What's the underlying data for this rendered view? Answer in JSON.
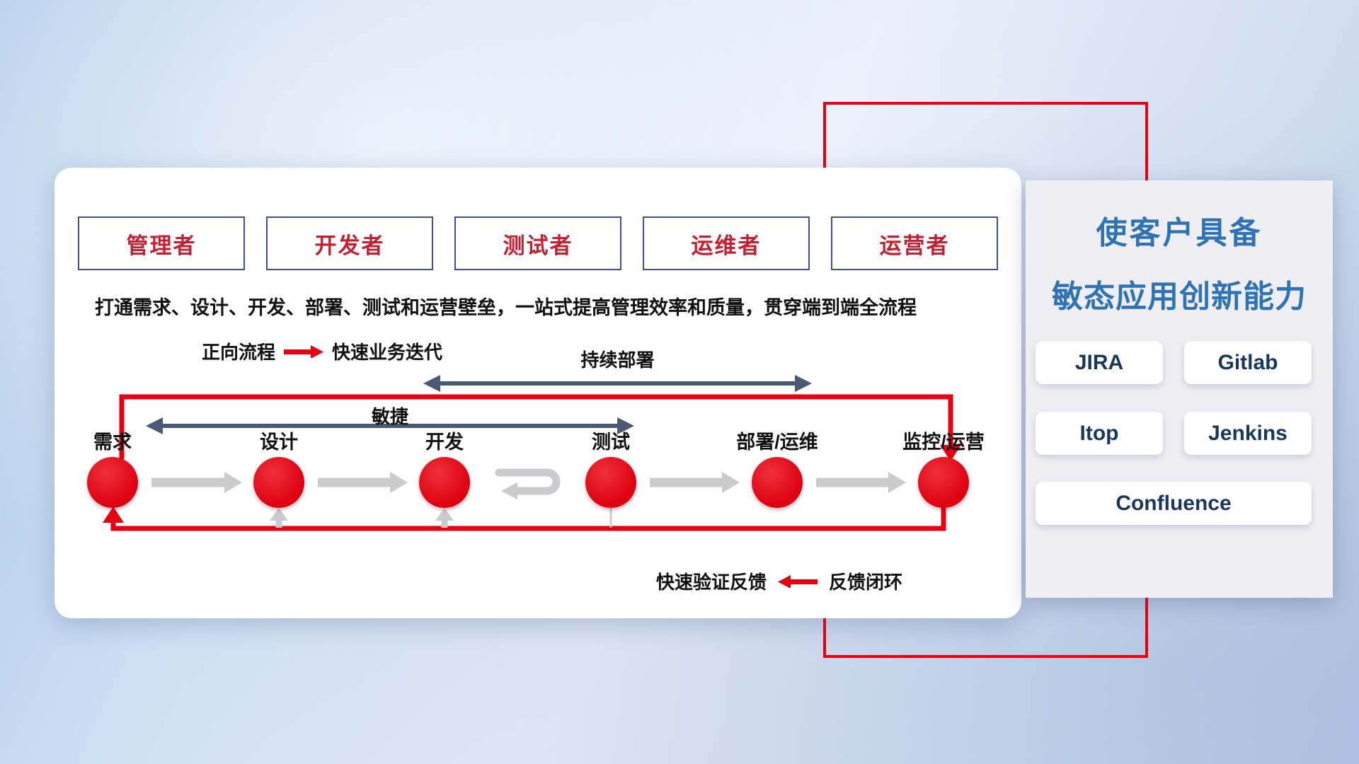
{
  "colors": {
    "red": "#e60012",
    "role_border_navy": "#3b4f96",
    "role_text_red": "#c32032",
    "arrow_navy": "#4a5a74",
    "arrow_gray": "#c9cbce",
    "panel_title_blue": "#2e74b5",
    "tool_text_navy": "#17375e"
  },
  "card": {
    "roles": [
      "管理者",
      "开发者",
      "测试者",
      "运维者",
      "运营者"
    ],
    "subtitle": "打通需求、设计、开发、部署、测试和运营壁垒，一站式提高管理效率和质量，贯穿端到端全流程",
    "legend_top": {
      "term": "正向流程",
      "desc": "快速业务迭代"
    },
    "flow": {
      "cd_label": "持续部署",
      "agile_label": "敏捷",
      "stages": [
        "需求",
        "设计",
        "开发",
        "测试",
        "部署/运维",
        "监控/运营"
      ]
    },
    "legend_bottom": {
      "desc": "快速验证反馈",
      "term": "反馈闭环"
    }
  },
  "panel": {
    "title_line1": "使客户具备",
    "title_line2": "敏态应用创新能力",
    "tools": [
      "JIRA",
      "Gitlab",
      "Itop",
      "Jenkins",
      "Confluence"
    ]
  }
}
